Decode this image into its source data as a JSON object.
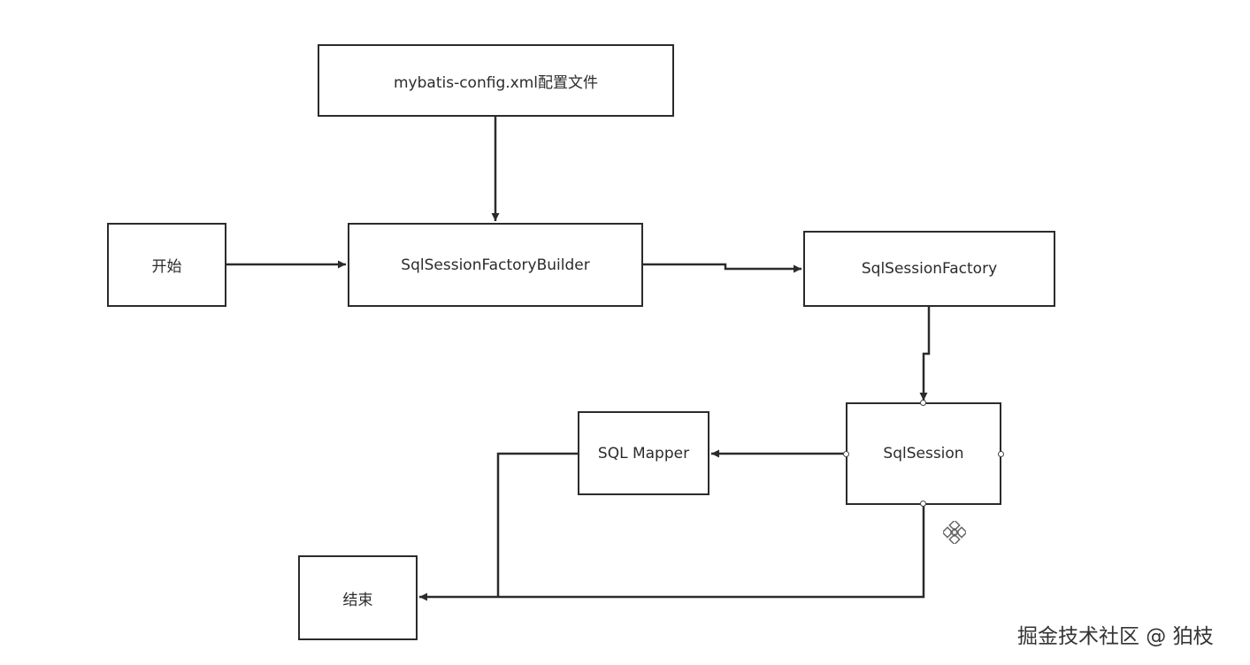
{
  "diagram": {
    "nodes": {
      "config": "mybatis-config.xml配置文件",
      "start": "开始",
      "builder": "SqlSessionFactoryBuilder",
      "factory": "SqlSessionFactory",
      "session": "SqlSession",
      "mapper": "SQL Mapper",
      "end": "结束"
    },
    "edges": [
      {
        "from": "config",
        "to": "builder"
      },
      {
        "from": "start",
        "to": "builder"
      },
      {
        "from": "builder",
        "to": "factory"
      },
      {
        "from": "factory",
        "to": "session"
      },
      {
        "from": "session",
        "to": "mapper"
      },
      {
        "from": "mapper",
        "to": "end"
      },
      {
        "from": "session",
        "to": "end"
      }
    ],
    "colors": {
      "line": "#2b2b2b",
      "background": "#ffffff"
    }
  },
  "watermark": "掘金技术社区 @ 狛枝",
  "icons": {
    "move": "move-handle-icon"
  }
}
